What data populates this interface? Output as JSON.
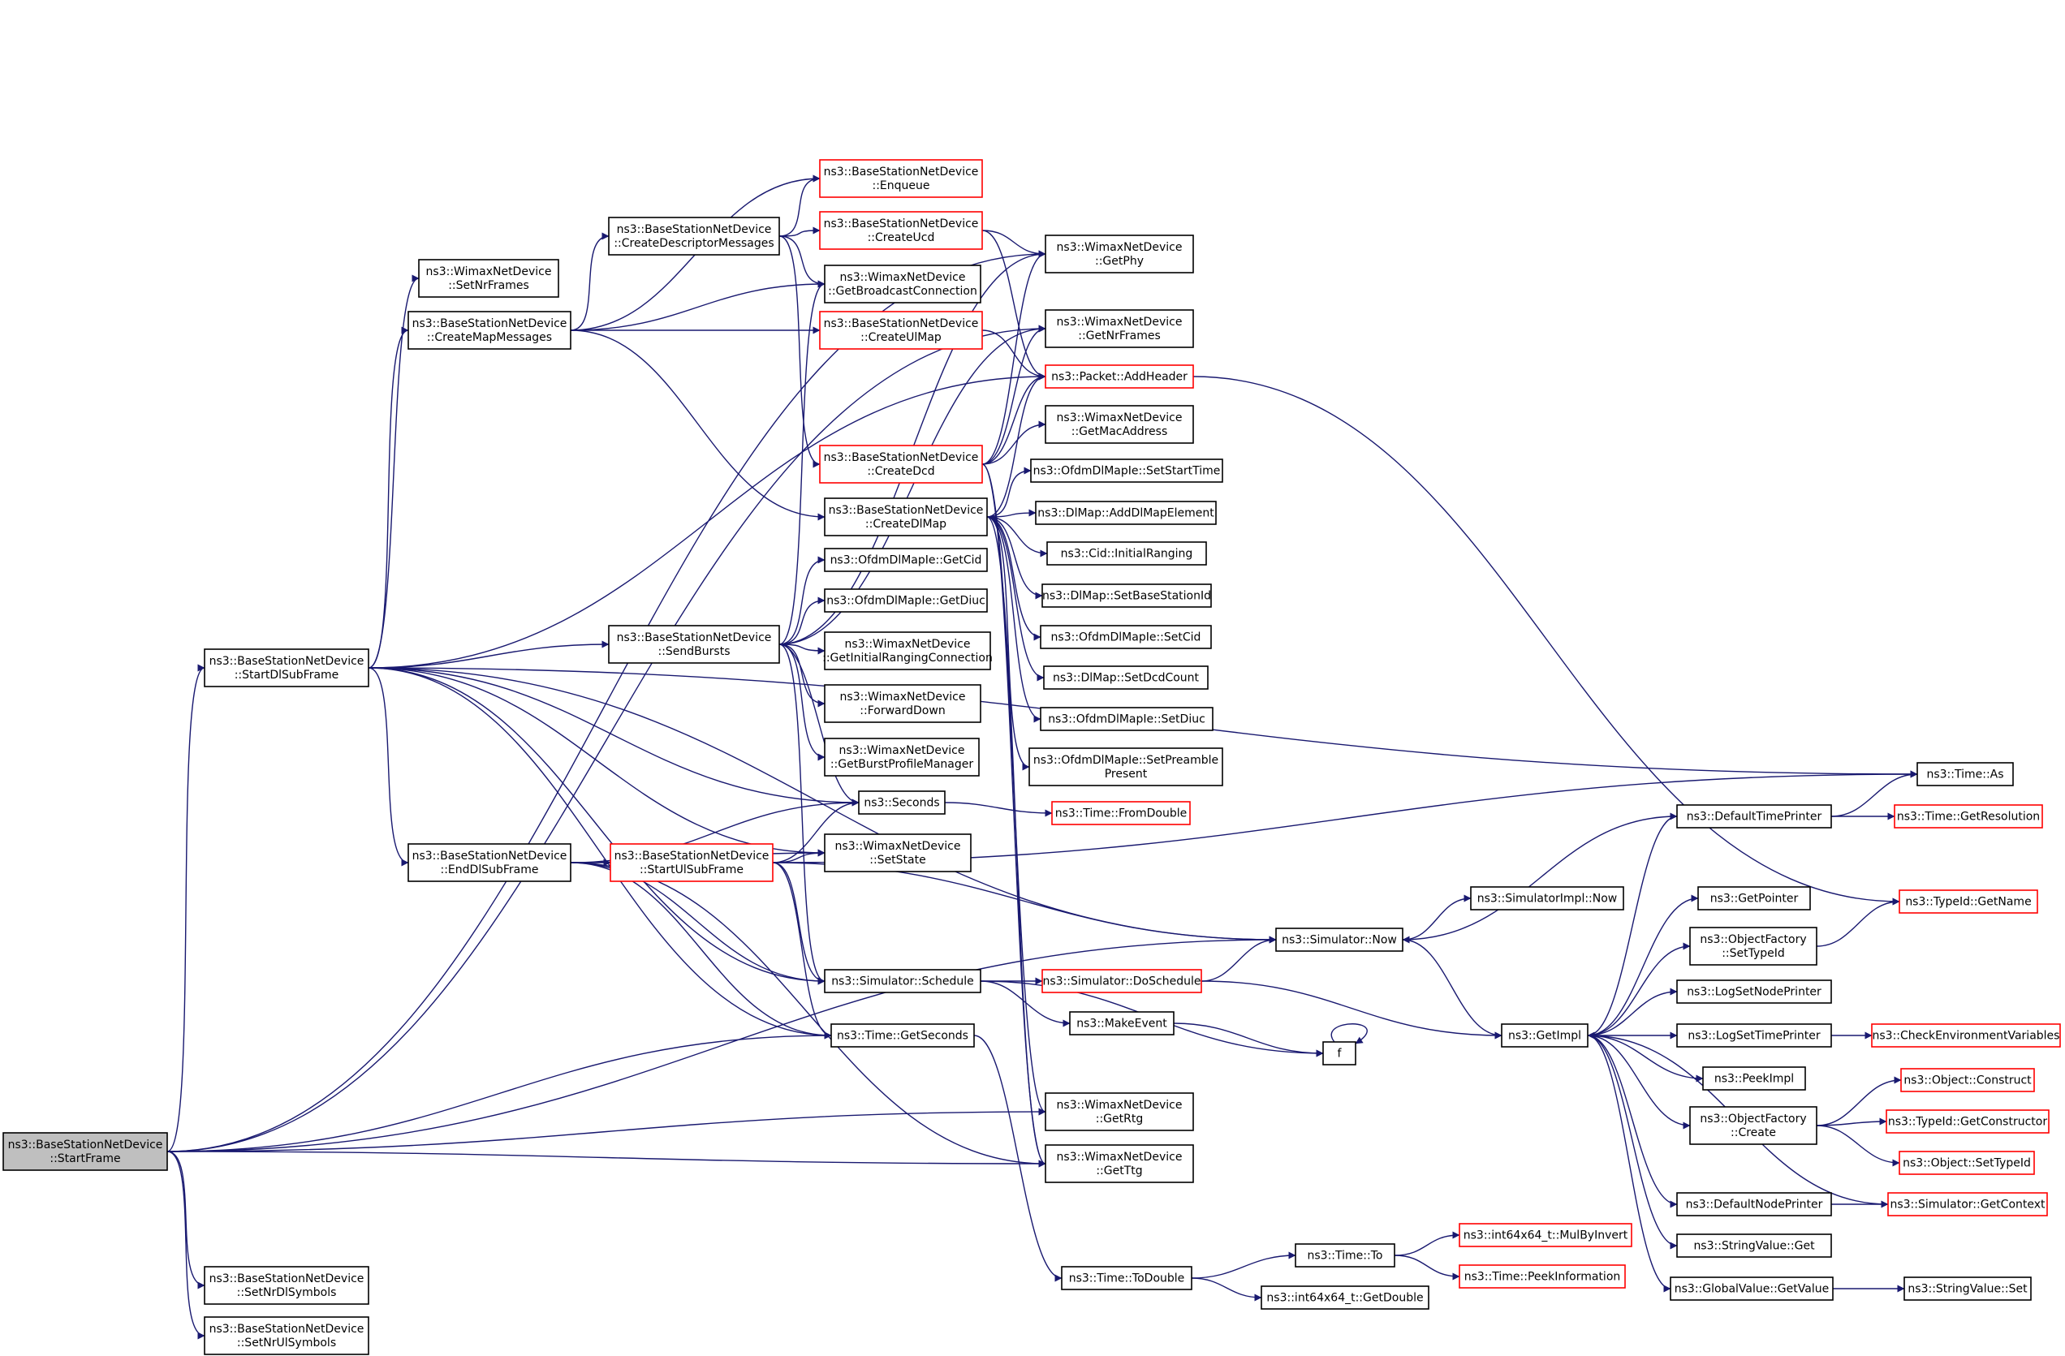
{
  "colors": {
    "edge": "#191970",
    "node_border": "#000000",
    "node_border_truncated": "#ff0000",
    "node_fill": "#ffffff",
    "root_fill": "#bfbfbf"
  },
  "nodes": [
    {
      "id": "startframe",
      "lines": [
        "ns3::BaseStationNetDevice",
        "::StartFrame"
      ],
      "style": "root"
    },
    {
      "id": "startdl",
      "lines": [
        "ns3::BaseStationNetDevice",
        "::StartDlSubFrame"
      ],
      "style": "normal"
    },
    {
      "id": "setnrdl",
      "lines": [
        "ns3::BaseStationNetDevice",
        "::SetNrDlSymbols"
      ],
      "style": "normal"
    },
    {
      "id": "setnrul",
      "lines": [
        "ns3::BaseStationNetDevice",
        "::SetNrUlSymbols"
      ],
      "style": "normal"
    },
    {
      "id": "setnrframes",
      "lines": [
        "ns3::WimaxNetDevice",
        "::SetNrFrames"
      ],
      "style": "normal"
    },
    {
      "id": "createmap",
      "lines": [
        "ns3::BaseStationNetDevice",
        "::CreateMapMessages"
      ],
      "style": "normal"
    },
    {
      "id": "createdesc",
      "lines": [
        "ns3::BaseStationNetDevice",
        "::CreateDescriptorMessages"
      ],
      "style": "normal"
    },
    {
      "id": "sendbursts",
      "lines": [
        "ns3::BaseStationNetDevice",
        "::SendBursts"
      ],
      "style": "normal"
    },
    {
      "id": "enddl",
      "lines": [
        "ns3::BaseStationNetDevice",
        "::EndDlSubFrame"
      ],
      "style": "normal"
    },
    {
      "id": "startul",
      "lines": [
        "ns3::BaseStationNetDevice",
        "::StartUlSubFrame"
      ],
      "style": "truncated"
    },
    {
      "id": "enqueue",
      "lines": [
        "ns3::BaseStationNetDevice",
        "::Enqueue"
      ],
      "style": "truncated"
    },
    {
      "id": "createucd",
      "lines": [
        "ns3::BaseStationNetDevice",
        "::CreateUcd"
      ],
      "style": "truncated"
    },
    {
      "id": "getbroadcast",
      "lines": [
        "ns3::WimaxNetDevice",
        "::GetBroadcastConnection"
      ],
      "style": "normal"
    },
    {
      "id": "createulmap",
      "lines": [
        "ns3::BaseStationNetDevice",
        "::CreateUlMap"
      ],
      "style": "truncated"
    },
    {
      "id": "createdcd",
      "lines": [
        "ns3::BaseStationNetDevice",
        "::CreateDcd"
      ],
      "style": "truncated"
    },
    {
      "id": "createdlmap",
      "lines": [
        "ns3::BaseStationNetDevice",
        "::CreateDlMap"
      ],
      "style": "normal"
    },
    {
      "id": "getcid",
      "lines": [
        "ns3::OfdmDlMapIe::GetCid"
      ],
      "style": "normal"
    },
    {
      "id": "getdiuc",
      "lines": [
        "ns3::OfdmDlMapIe::GetDiuc"
      ],
      "style": "normal"
    },
    {
      "id": "getinitranging",
      "lines": [
        "ns3::WimaxNetDevice",
        "::GetInitialRangingConnection"
      ],
      "style": "normal"
    },
    {
      "id": "forwarddown",
      "lines": [
        "ns3::WimaxNetDevice",
        "::ForwardDown"
      ],
      "style": "normal"
    },
    {
      "id": "getburstprof",
      "lines": [
        "ns3::WimaxNetDevice",
        "::GetBurstProfileManager"
      ],
      "style": "normal"
    },
    {
      "id": "seconds",
      "lines": [
        "ns3::Seconds"
      ],
      "style": "normal"
    },
    {
      "id": "setstate",
      "lines": [
        "ns3::WimaxNetDevice",
        "::SetState"
      ],
      "style": "normal"
    },
    {
      "id": "schedule",
      "lines": [
        "ns3::Simulator::Schedule"
      ],
      "style": "normal"
    },
    {
      "id": "timegetseconds",
      "lines": [
        "ns3::Time::GetSeconds"
      ],
      "style": "normal"
    },
    {
      "id": "getphy",
      "lines": [
        "ns3::WimaxNetDevice",
        "::GetPhy"
      ],
      "style": "normal"
    },
    {
      "id": "getnrframes",
      "lines": [
        "ns3::WimaxNetDevice",
        "::GetNrFrames"
      ],
      "style": "normal"
    },
    {
      "id": "addheader",
      "lines": [
        "ns3::Packet::AddHeader"
      ],
      "style": "truncated"
    },
    {
      "id": "getmac",
      "lines": [
        "ns3::WimaxNetDevice",
        "::GetMacAddress"
      ],
      "style": "normal"
    },
    {
      "id": "setstarttime",
      "lines": [
        "ns3::OfdmDlMapIe::SetStartTime"
      ],
      "style": "normal"
    },
    {
      "id": "adddlmapel",
      "lines": [
        "ns3::DlMap::AddDlMapElement"
      ],
      "style": "normal"
    },
    {
      "id": "initranging",
      "lines": [
        "ns3::Cid::InitialRanging"
      ],
      "style": "normal"
    },
    {
      "id": "setbsid",
      "lines": [
        "ns3::DlMap::SetBaseStationId"
      ],
      "style": "normal"
    },
    {
      "id": "setcid",
      "lines": [
        "ns3::OfdmDlMapIe::SetCid"
      ],
      "style": "normal"
    },
    {
      "id": "setdcdcount",
      "lines": [
        "ns3::DlMap::SetDcdCount"
      ],
      "style": "normal"
    },
    {
      "id": "setdiuc",
      "lines": [
        "ns3::OfdmDlMapIe::SetDiuc"
      ],
      "style": "normal"
    },
    {
      "id": "setpreamble",
      "lines": [
        "ns3::OfdmDlMapIe::SetPreamble",
        "Present"
      ],
      "style": "normal"
    },
    {
      "id": "fromdouble",
      "lines": [
        "ns3::Time::FromDouble"
      ],
      "style": "truncated"
    },
    {
      "id": "doschedule",
      "lines": [
        "ns3::Simulator::DoSchedule"
      ],
      "style": "truncated"
    },
    {
      "id": "makeevent",
      "lines": [
        "ns3::MakeEvent"
      ],
      "style": "normal"
    },
    {
      "id": "f",
      "lines": [
        "f"
      ],
      "style": "normal"
    },
    {
      "id": "getrtg",
      "lines": [
        "ns3::WimaxNetDevice",
        "::GetRtg"
      ],
      "style": "normal"
    },
    {
      "id": "getttg",
      "lines": [
        "ns3::WimaxNetDevice",
        "::GetTtg"
      ],
      "style": "normal"
    },
    {
      "id": "todouble",
      "lines": [
        "ns3::Time::ToDouble"
      ],
      "style": "normal"
    },
    {
      "id": "simnow",
      "lines": [
        "ns3::Simulator::Now"
      ],
      "style": "normal"
    },
    {
      "id": "simimplnow",
      "lines": [
        "ns3::SimulatorImpl::Now"
      ],
      "style": "normal"
    },
    {
      "id": "getimpl",
      "lines": [
        "ns3::GetImpl"
      ],
      "style": "normal"
    },
    {
      "id": "timeto",
      "lines": [
        "ns3::Time::To"
      ],
      "style": "normal"
    },
    {
      "id": "getdouble",
      "lines": [
        "ns3::int64x64_t::GetDouble"
      ],
      "style": "normal"
    },
    {
      "id": "mulbyinvert",
      "lines": [
        "ns3::int64x64_t::MulByInvert"
      ],
      "style": "truncated"
    },
    {
      "id": "peekinfo",
      "lines": [
        "ns3::Time::PeekInformation"
      ],
      "style": "truncated"
    },
    {
      "id": "timeas",
      "lines": [
        "ns3::Time::As"
      ],
      "style": "normal"
    },
    {
      "id": "deftimeprinter",
      "lines": [
        "ns3::DefaultTimePrinter"
      ],
      "style": "normal"
    },
    {
      "id": "getresolution",
      "lines": [
        "ns3::Time::GetResolution"
      ],
      "style": "truncated"
    },
    {
      "id": "typeidgetname",
      "lines": [
        "ns3::TypeId::GetName"
      ],
      "style": "truncated"
    },
    {
      "id": "getpointer",
      "lines": [
        "ns3::GetPointer"
      ],
      "style": "normal"
    },
    {
      "id": "ofsettypeid",
      "lines": [
        "ns3::ObjectFactory",
        "::SetTypeId"
      ],
      "style": "normal"
    },
    {
      "id": "logsetnodeprinter",
      "lines": [
        "ns3::LogSetNodePrinter"
      ],
      "style": "normal"
    },
    {
      "id": "logsettimeprinter",
      "lines": [
        "ns3::LogSetTimePrinter"
      ],
      "style": "normal"
    },
    {
      "id": "checkenv",
      "lines": [
        "ns3::CheckEnvironmentVariables"
      ],
      "style": "truncated"
    },
    {
      "id": "peekimpl",
      "lines": [
        "ns3::PeekImpl"
      ],
      "style": "normal"
    },
    {
      "id": "ofcreate",
      "lines": [
        "ns3::ObjectFactory",
        "::Create"
      ],
      "style": "normal"
    },
    {
      "id": "objconstruct",
      "lines": [
        "ns3::Object::Construct"
      ],
      "style": "truncated"
    },
    {
      "id": "getconstructor",
      "lines": [
        "ns3::TypeId::GetConstructor"
      ],
      "style": "truncated"
    },
    {
      "id": "objsettypeid",
      "lines": [
        "ns3::Object::SetTypeId"
      ],
      "style": "truncated"
    },
    {
      "id": "defnodeprinter",
      "lines": [
        "ns3::DefaultNodePrinter"
      ],
      "style": "normal"
    },
    {
      "id": "getcontext",
      "lines": [
        "ns3::Simulator::GetContext"
      ],
      "style": "truncated"
    },
    {
      "id": "stringvalueget",
      "lines": [
        "ns3::StringValue::Get"
      ],
      "style": "normal"
    },
    {
      "id": "gvgetvalue",
      "lines": [
        "ns3::GlobalValue::GetValue"
      ],
      "style": "normal"
    },
    {
      "id": "stringvalueset",
      "lines": [
        "ns3::StringValue::Set"
      ],
      "style": "normal"
    }
  ],
  "edges": [
    [
      "startframe",
      "startdl"
    ],
    [
      "startframe",
      "setnrdl"
    ],
    [
      "startframe",
      "setnrul"
    ],
    [
      "startframe",
      "getphy"
    ],
    [
      "startframe",
      "getnrframes"
    ],
    [
      "startframe",
      "timegetseconds"
    ],
    [
      "startframe",
      "getrtg"
    ],
    [
      "startframe",
      "getttg"
    ],
    [
      "startframe",
      "simnow"
    ],
    [
      "startdl",
      "setnrframes"
    ],
    [
      "startdl",
      "createmap"
    ],
    [
      "startdl",
      "sendbursts"
    ],
    [
      "startdl",
      "enddl"
    ],
    [
      "startdl",
      "seconds"
    ],
    [
      "startdl",
      "setstate"
    ],
    [
      "startdl",
      "schedule"
    ],
    [
      "startdl",
      "timegetseconds"
    ],
    [
      "startdl",
      "timeas"
    ],
    [
      "startdl",
      "simnow"
    ],
    [
      "startdl",
      "addheader"
    ],
    [
      "createmap",
      "createdesc"
    ],
    [
      "createmap",
      "enqueue"
    ],
    [
      "createmap",
      "getbroadcast"
    ],
    [
      "createmap",
      "createulmap"
    ],
    [
      "createmap",
      "createdlmap"
    ],
    [
      "createdesc",
      "enqueue"
    ],
    [
      "createdesc",
      "createucd"
    ],
    [
      "createdesc",
      "getbroadcast"
    ],
    [
      "createdesc",
      "createdcd"
    ],
    [
      "createucd",
      "getphy"
    ],
    [
      "createucd",
      "addheader"
    ],
    [
      "createulmap",
      "addheader"
    ],
    [
      "createdcd",
      "getphy"
    ],
    [
      "createdcd",
      "getnrframes"
    ],
    [
      "createdcd",
      "addheader"
    ],
    [
      "createdcd",
      "getmac"
    ],
    [
      "createdcd",
      "getrtg"
    ],
    [
      "createdcd",
      "getttg"
    ],
    [
      "createdlmap",
      "addheader"
    ],
    [
      "createdlmap",
      "setstarttime"
    ],
    [
      "createdlmap",
      "adddlmapel"
    ],
    [
      "createdlmap",
      "initranging"
    ],
    [
      "createdlmap",
      "setbsid"
    ],
    [
      "createdlmap",
      "setcid"
    ],
    [
      "createdlmap",
      "setdcdcount"
    ],
    [
      "createdlmap",
      "setdiuc"
    ],
    [
      "createdlmap",
      "setpreamble"
    ],
    [
      "createdlmap",
      "getttg"
    ],
    [
      "sendbursts",
      "getcid"
    ],
    [
      "sendbursts",
      "getdiuc"
    ],
    [
      "sendbursts",
      "getinitranging"
    ],
    [
      "sendbursts",
      "forwarddown"
    ],
    [
      "sendbursts",
      "getburstprof"
    ],
    [
      "sendbursts",
      "seconds"
    ],
    [
      "sendbursts",
      "schedule"
    ],
    [
      "sendbursts",
      "getbroadcast"
    ],
    [
      "sendbursts",
      "getphy"
    ],
    [
      "sendbursts",
      "getnrframes"
    ],
    [
      "enddl",
      "startul"
    ],
    [
      "enddl",
      "seconds"
    ],
    [
      "enddl",
      "setstate"
    ],
    [
      "enddl",
      "schedule"
    ],
    [
      "enddl",
      "timegetseconds"
    ],
    [
      "enddl",
      "getttg"
    ],
    [
      "startul",
      "seconds"
    ],
    [
      "startul",
      "setstate"
    ],
    [
      "startul",
      "schedule"
    ],
    [
      "startul",
      "timegetseconds"
    ],
    [
      "startul",
      "timeas"
    ],
    [
      "startul",
      "simnow"
    ],
    [
      "seconds",
      "fromdouble"
    ],
    [
      "schedule",
      "doschedule"
    ],
    [
      "schedule",
      "makeevent"
    ],
    [
      "schedule",
      "f"
    ],
    [
      "makeevent",
      "f"
    ],
    [
      "f",
      "f"
    ],
    [
      "timegetseconds",
      "todouble"
    ],
    [
      "todouble",
      "timeto"
    ],
    [
      "todouble",
      "getdouble"
    ],
    [
      "timeto",
      "mulbyinvert"
    ],
    [
      "timeto",
      "peekinfo"
    ],
    [
      "addheader",
      "typeidgetname"
    ],
    [
      "doschedule",
      "simnow"
    ],
    [
      "doschedule",
      "getimpl"
    ],
    [
      "simnow",
      "simimplnow"
    ],
    [
      "simnow",
      "getimpl"
    ],
    [
      "getimpl",
      "deftimeprinter"
    ],
    [
      "getimpl",
      "getpointer"
    ],
    [
      "getimpl",
      "ofsettypeid"
    ],
    [
      "getimpl",
      "logsetnodeprinter"
    ],
    [
      "getimpl",
      "logsettimeprinter"
    ],
    [
      "getimpl",
      "peekimpl"
    ],
    [
      "getimpl",
      "ofcreate"
    ],
    [
      "getimpl",
      "defnodeprinter"
    ],
    [
      "getimpl",
      "stringvalueget"
    ],
    [
      "getimpl",
      "gvgetvalue"
    ],
    [
      "deftimeprinter",
      "timeas"
    ],
    [
      "deftimeprinter",
      "getresolution"
    ],
    [
      "deftimeprinter",
      "simnow"
    ],
    [
      "ofsettypeid",
      "typeidgetname"
    ],
    [
      "logsettimeprinter",
      "checkenv"
    ],
    [
      "ofcreate",
      "objconstruct"
    ],
    [
      "ofcreate",
      "getconstructor"
    ],
    [
      "ofcreate",
      "objsettypeid"
    ],
    [
      "defnodeprinter",
      "getcontext"
    ],
    [
      "getcontext",
      "getimpl"
    ],
    [
      "gvgetvalue",
      "stringvalueset"
    ]
  ]
}
